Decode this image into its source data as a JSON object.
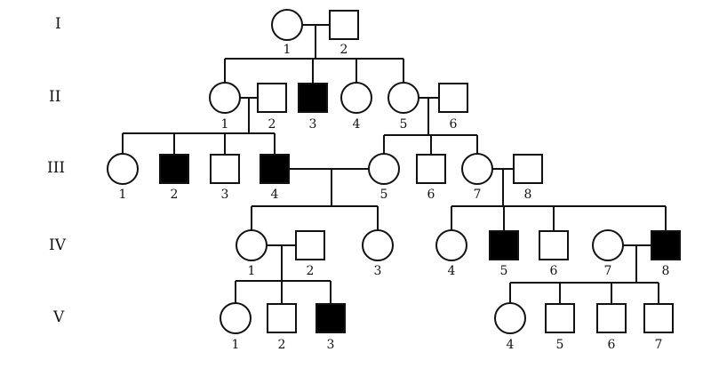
{
  "colors": {
    "affected": "#000000",
    "unaffected": "#ffffff",
    "line": "#111111"
  },
  "generations": [
    {
      "label": "I",
      "members": [
        {
          "number": "1",
          "sex": "female",
          "affected": false
        },
        {
          "number": "2",
          "sex": "male",
          "affected": false
        }
      ]
    },
    {
      "label": "II",
      "members": [
        {
          "number": "1",
          "sex": "female",
          "affected": false
        },
        {
          "number": "2",
          "sex": "male",
          "affected": false
        },
        {
          "number": "3",
          "sex": "male",
          "affected": true
        },
        {
          "number": "4",
          "sex": "female",
          "affected": false
        },
        {
          "number": "5",
          "sex": "female",
          "affected": false
        },
        {
          "number": "6",
          "sex": "male",
          "affected": false
        }
      ]
    },
    {
      "label": "III",
      "members": [
        {
          "number": "1",
          "sex": "female",
          "affected": false
        },
        {
          "number": "2",
          "sex": "male",
          "affected": true
        },
        {
          "number": "3",
          "sex": "male",
          "affected": false
        },
        {
          "number": "4",
          "sex": "male",
          "affected": true
        },
        {
          "number": "5",
          "sex": "female",
          "affected": false
        },
        {
          "number": "6",
          "sex": "male",
          "affected": false
        },
        {
          "number": "7",
          "sex": "female",
          "affected": false
        },
        {
          "number": "8",
          "sex": "male",
          "affected": false
        }
      ]
    },
    {
      "label": "IV",
      "members": [
        {
          "number": "1",
          "sex": "female",
          "affected": false
        },
        {
          "number": "2",
          "sex": "male",
          "affected": false
        },
        {
          "number": "3",
          "sex": "female",
          "affected": false
        },
        {
          "number": "4",
          "sex": "female",
          "affected": false
        },
        {
          "number": "5",
          "sex": "male",
          "affected": true
        },
        {
          "number": "6",
          "sex": "male",
          "affected": false
        },
        {
          "number": "7",
          "sex": "female",
          "affected": false
        },
        {
          "number": "8",
          "sex": "male",
          "affected": true
        }
      ]
    },
    {
      "label": "V",
      "members": [
        {
          "number": "1",
          "sex": "female",
          "affected": false
        },
        {
          "number": "2",
          "sex": "male",
          "affected": false
        },
        {
          "number": "3",
          "sex": "male",
          "affected": true
        },
        {
          "number": "4",
          "sex": "female",
          "affected": false
        },
        {
          "number": "5",
          "sex": "male",
          "affected": false
        },
        {
          "number": "6",
          "sex": "male",
          "affected": false
        },
        {
          "number": "7",
          "sex": "male",
          "affected": false
        }
      ]
    }
  ]
}
